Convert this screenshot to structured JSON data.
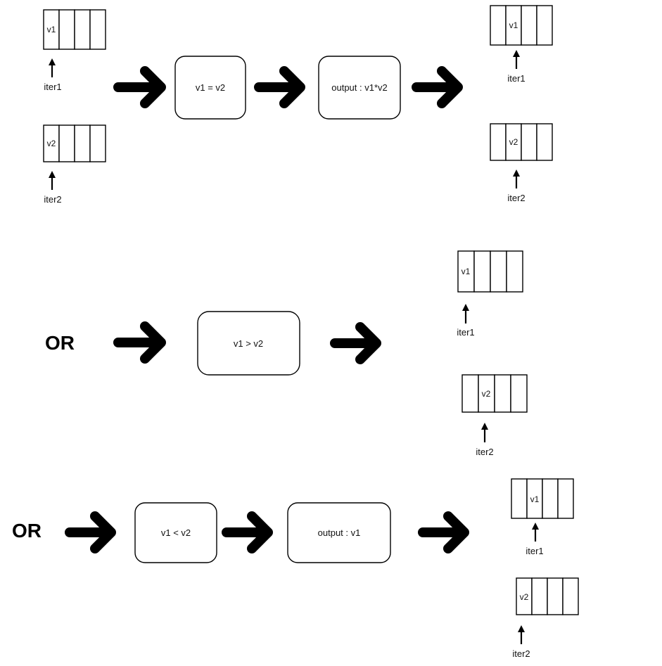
{
  "rows": [
    {
      "inputs": [
        {
          "cell_label": "v1",
          "pointer_label": "iter1"
        },
        {
          "cell_label": "v2",
          "pointer_label": "iter2"
        }
      ],
      "steps": [
        "v1 = v2",
        "output : v1*v2"
      ],
      "outputs": [
        {
          "cell_label": "v1",
          "pointer_label": "iter1"
        },
        {
          "cell_label": "v2",
          "pointer_label": "iter2"
        }
      ]
    },
    {
      "prefix": "OR",
      "steps": [
        "v1 > v2"
      ],
      "outputs": [
        {
          "cell_label": "v1",
          "pointer_label": "iter1"
        },
        {
          "cell_label": "v2",
          "pointer_label": "iter2"
        }
      ]
    },
    {
      "prefix": "OR",
      "steps": [
        "v1 < v2",
        "output : v1"
      ],
      "outputs": [
        {
          "cell_label": "v1",
          "pointer_label": "iter1"
        },
        {
          "cell_label": "v2",
          "pointer_label": "iter2"
        }
      ]
    }
  ]
}
